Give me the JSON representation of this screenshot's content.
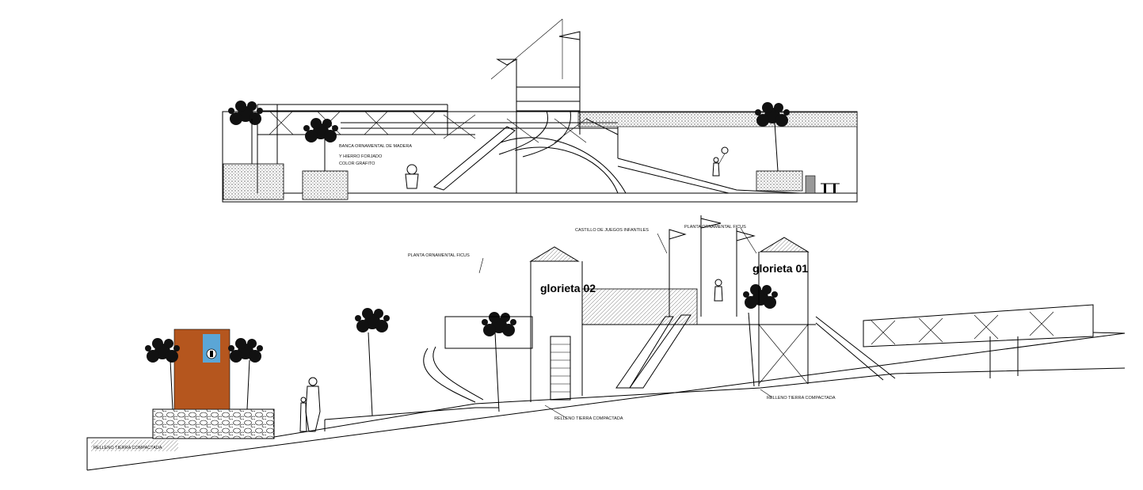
{
  "colors": {
    "line": "#000000",
    "background": "#ffffff",
    "panel_brown": "#b5561e",
    "panel_blue": "#5ba6d6",
    "hatch": "#9a9a9a"
  },
  "upper_section": {
    "labels": {
      "bench_line1": "BANCA ORNAMENTAL DE MADERA",
      "bench_line2": "Y HIERRO FORJADO",
      "bench_line3": "COLOR GRAFITO"
    }
  },
  "lower_section": {
    "labels": {
      "plant_ficus_left": "PLANTA ORNAMENTAL FICUS",
      "castle": "CASTILLO DE JUEGOS INFANTILES",
      "plant_ficus_right": "PLANTA ORNAMENTAL FICUS",
      "gazebo_02": "glorieta 02",
      "gazebo_01": "glorieta 01",
      "fill_center": "RELLENO TIERRA COMPACTADA",
      "fill_right": "RELLENO TIERRA COMPACTADA",
      "fill_left": "RELLENO TIERRA COMPACTADA"
    }
  },
  "icons": {
    "tree": "tree-icon",
    "person": "person-icon",
    "flag": "flag-icon",
    "slide": "slide-icon",
    "sign_panel": "sign-panel-icon"
  }
}
